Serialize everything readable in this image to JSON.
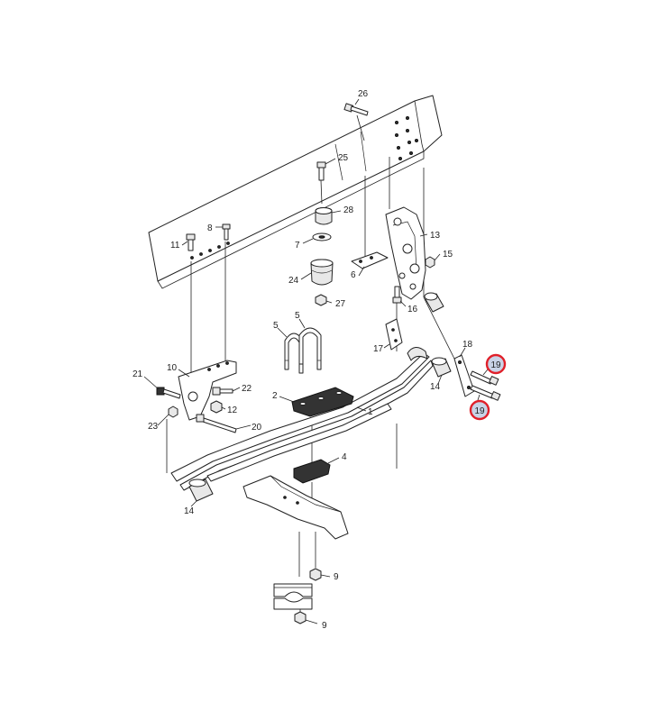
{
  "part_labels": {
    "p1": "1",
    "p2": "2",
    "p4": "4",
    "p5a": "5",
    "p5b": "5",
    "p6": "6",
    "p7": "7",
    "p8": "8",
    "p9a": "9",
    "p9b": "9",
    "p10": "10",
    "p11": "11",
    "p12": "12",
    "p13": "13",
    "p14a": "14",
    "p14b": "14",
    "p15": "15",
    "p16": "16",
    "p17": "17",
    "p18": "18",
    "p19a": "19",
    "p19b": "19",
    "p20": "20",
    "p21": "21",
    "p22": "22",
    "p23": "23",
    "p24": "24",
    "p25": "25",
    "p26": "26",
    "p27": "27",
    "p28": "28"
  },
  "highlight": {
    "part": "19",
    "ring_color": "#e0202a",
    "fill_color": "#c9d3e6"
  }
}
